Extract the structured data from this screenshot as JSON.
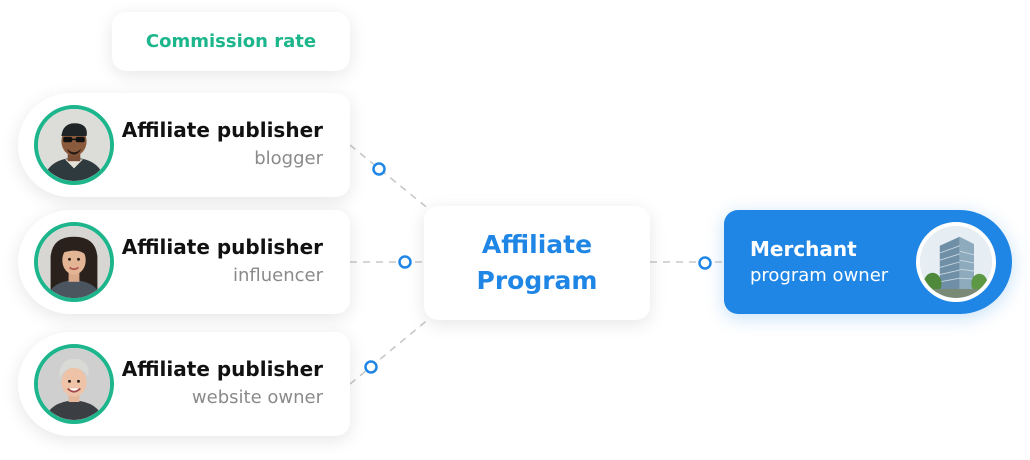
{
  "commission": {
    "label": "Commission rate"
  },
  "publishers": [
    {
      "title": "Affiliate publisher",
      "role": "blogger"
    },
    {
      "title": "Affiliate publisher",
      "role": "influencer"
    },
    {
      "title": "Affiliate publisher",
      "role": "website owner"
    }
  ],
  "program": {
    "line1": "Affiliate",
    "line2": "Program"
  },
  "merchant": {
    "title": "Merchant",
    "role": "program owner"
  },
  "colors": {
    "accent_green": "#1db58b",
    "accent_blue": "#1f86e5",
    "connector": "#c8c8c8"
  }
}
